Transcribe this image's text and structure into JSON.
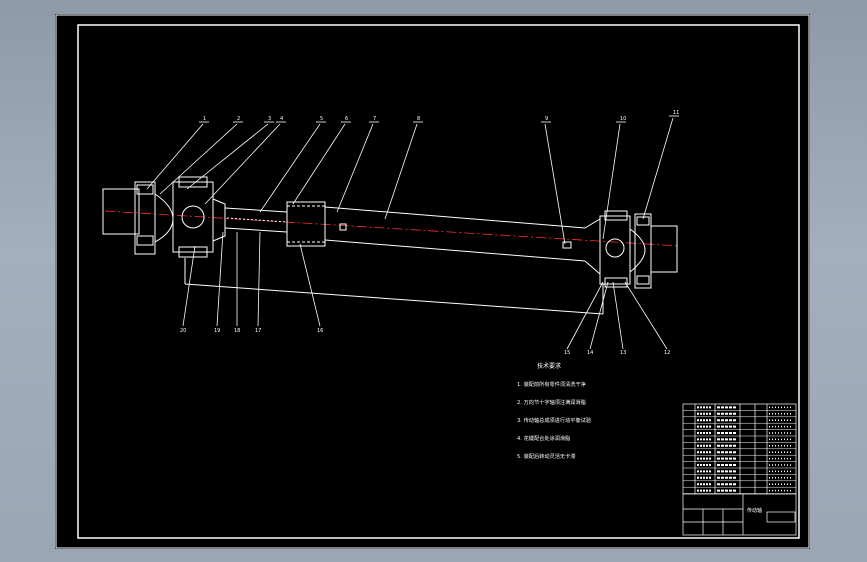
{
  "window": {
    "background": "#9aa6b3",
    "sheet_color": "#000000",
    "line_color": "#ffffff",
    "centerline_color": "#ff3030"
  },
  "part_balloons": {
    "top": [
      "1",
      "2",
      "3",
      "4",
      "5",
      "6",
      "7",
      "8",
      "9",
      "10",
      "11"
    ],
    "bottom_left": [
      "20",
      "19",
      "18",
      "17",
      "16"
    ],
    "bottom_right": [
      "15",
      "14",
      "13",
      "12"
    ]
  },
  "notes": {
    "title": "技术要求",
    "lines": [
      "1. 装配前所有零件须清洗干净",
      "2. 万向节十字轴须注满润滑脂",
      "3. 传动轴总成须进行动平衡试验",
      "4. 花键配合处涂润滑脂",
      "5. 装配后转动灵活无卡滞"
    ]
  },
  "title_block": {
    "label": "传动轴"
  }
}
